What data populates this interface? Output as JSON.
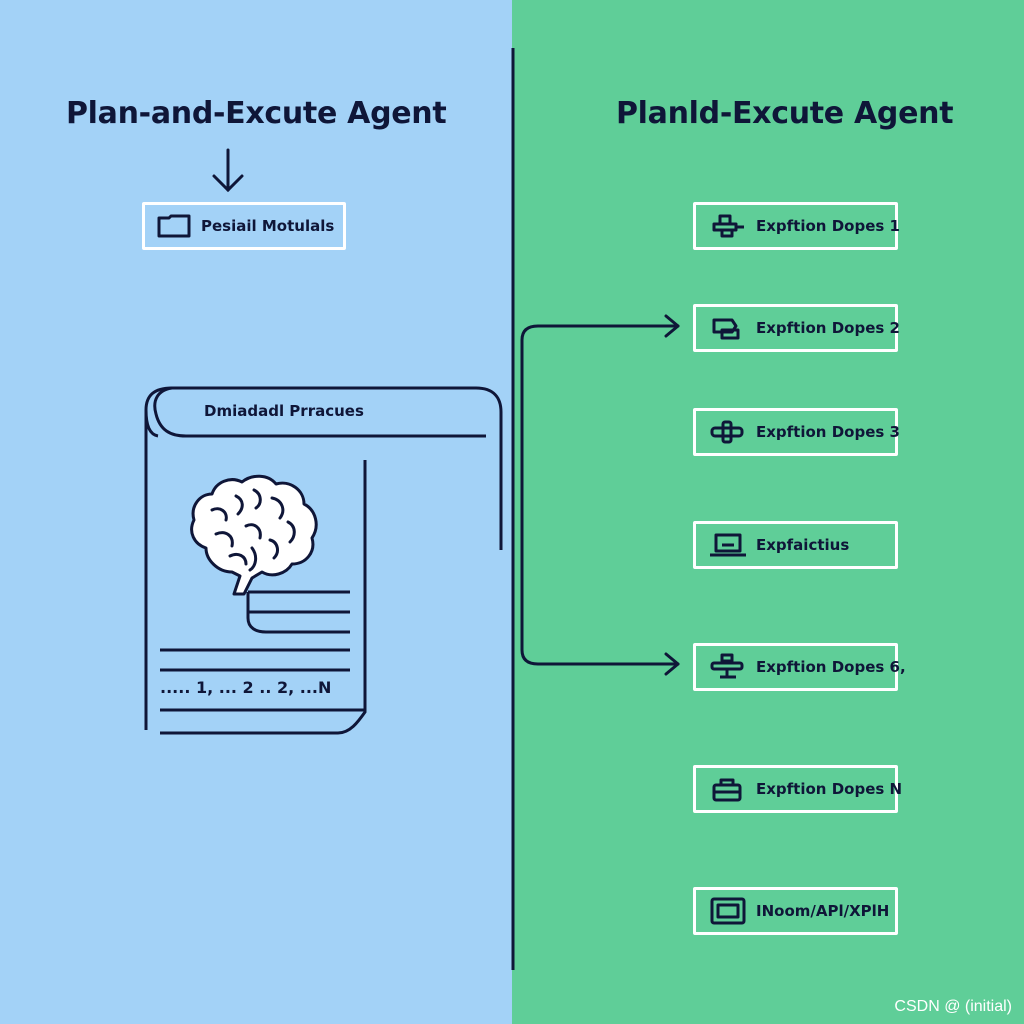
{
  "left": {
    "title": "Plan-and-Excute Agent",
    "module_box": {
      "label": "Pesiail Motulals",
      "icon": "folder-icon"
    },
    "document": {
      "header": "Dmiadadl Prracues",
      "icon": "brain-icon",
      "steps_text": "..... 1, ... 2 .. 2, ...N"
    }
  },
  "right": {
    "title": "Planld-Excute Agent",
    "items": [
      {
        "label": "Expftion Dopes 1",
        "icon": "connector-icon"
      },
      {
        "label": "Expftion Dopes 2",
        "icon": "tag-icon"
      },
      {
        "label": "Expftion Dopes 3",
        "icon": "plus-node-icon"
      },
      {
        "label": "Expfaictius",
        "icon": "laptop-icon"
      },
      {
        "label": "Expftion Dopes 6,",
        "icon": "sign-icon"
      },
      {
        "label": "Expftion Dopes N",
        "icon": "briefcase-icon"
      },
      {
        "label": "INoom/APl/XPlH",
        "icon": "monitor-icon"
      }
    ]
  },
  "watermark": "CSDN @  (initial)",
  "colors": {
    "left_bg": "#a3d2f7",
    "right_bg": "#5fce98",
    "stroke": "#0f1638",
    "box_border": "#ffffff"
  }
}
